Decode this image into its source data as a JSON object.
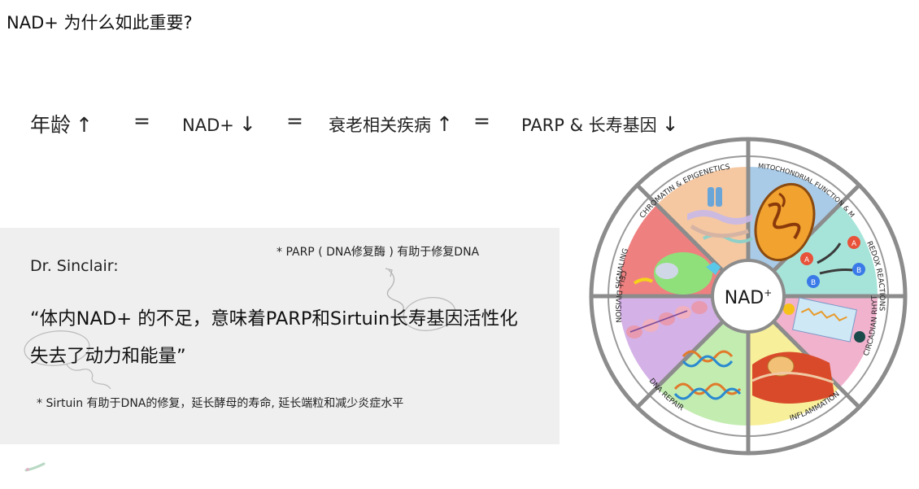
{
  "title": "NAD+ 为什么如此重要?",
  "equation": {
    "items": [
      {
        "text": "年龄",
        "arrow": "↑"
      },
      {
        "text": "=",
        "arrow": ""
      },
      {
        "text": "NAD+",
        "arrow": "↓"
      },
      {
        "text": "=",
        "arrow": ""
      },
      {
        "text": "衰老相关疾病",
        "arrow": "↑"
      },
      {
        "text": "=",
        "arrow": ""
      },
      {
        "text": "PARP & 长寿基因",
        "arrow": "↓"
      }
    ]
  },
  "quote": {
    "note_top": "* PARP ( DNA修复酶 ) 有助于修复DNA",
    "author": "Dr. Sinclair:",
    "line1": "“体内NAD+ 的不足，意味着PARP和Sirtuin长寿基因活性化",
    "line2": "失去了动力和能量”",
    "note_bottom": "* Sirtuin 有助于DNA的修复，延长酵母的寿命, 延长端粒和减少炎症水平"
  },
  "wheel": {
    "center": "NAD",
    "center_sup": "+",
    "segments": [
      {
        "label": "CHROMATIN & EPIGENETICS",
        "color": "#f5c8a2"
      },
      {
        "label": "MITOCHONDRIAL FUNCTION & METABOLISM",
        "color": "#a9cbe8"
      },
      {
        "label": "REDOX REACTIONS",
        "color": "#a6e4da"
      },
      {
        "label": "CIRCADIAN RHYTHM",
        "color": "#f1b2cd"
      },
      {
        "label": "INFLAMMATION",
        "color": "#f7ef9a"
      },
      {
        "label": "DNA REPAIR",
        "color": "#c3ecb1"
      },
      {
        "label": "CELL DIVISION",
        "color": "#d4b1e6"
      },
      {
        "label": "SIGNALING",
        "color": "#ef8080"
      }
    ]
  }
}
